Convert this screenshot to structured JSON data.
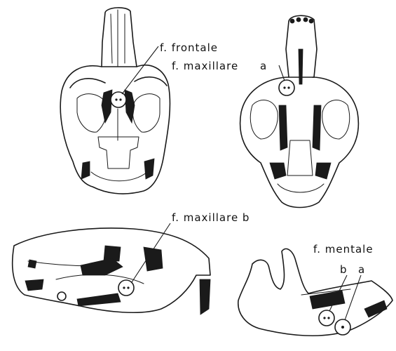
{
  "labels": {
    "frontale": "f. frontale",
    "maxillare_a_text": "f. maxillare",
    "maxillare_a_letter": "a",
    "maxillare_b": "f. maxillare b",
    "mentale": "f. mentale",
    "mentale_b": "b",
    "mentale_a": "a"
  }
}
